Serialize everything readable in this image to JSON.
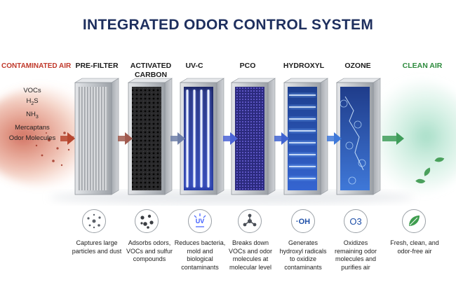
{
  "title": "INTEGRATED ODOR CONTROL SYSTEM",
  "inlet": {
    "label": "CONTAMINATED AIR",
    "pollutants": [
      {
        "base": "VOCs",
        "sub": ""
      },
      {
        "base": "H",
        "sub": "2",
        "tail": "S"
      },
      {
        "base": "NH",
        "sub": "3",
        "tail": ""
      },
      {
        "base": "Mercaptans",
        "sub": ""
      },
      {
        "base": "Odor Molecules",
        "sub": ""
      }
    ]
  },
  "stages": [
    {
      "label": "PRE-FILTER",
      "desc": "Captures large particles and dust",
      "icon": "particles-icon"
    },
    {
      "label": "ACTIVATED CARBON",
      "desc": "Adsorbs odors, VOCs and sulfur compounds",
      "icon": "carbon-icon"
    },
    {
      "label": "UV-C",
      "desc": "Reduces bacteria, mold and biological contaminants",
      "icon": "uv-light-icon"
    },
    {
      "label": "PCO",
      "desc": "Breaks down VOCs and odor molecules at molecular level",
      "icon": "molecule-icon"
    },
    {
      "label": "HYDROXYL",
      "desc": "Generates hydroxyl radicals to oxidize contaminants",
      "icon": "hydroxyl-icon",
      "icon_text": "·OH"
    },
    {
      "label": "OZONE",
      "desc": "Oxidizes remaining odor molecules and purifies air",
      "icon": "ozone-icon",
      "icon_text": "O3"
    }
  ],
  "outlet": {
    "label": "CLEAN AIR",
    "desc": "Fresh, clean, and odor-free air",
    "icon": "leaf-icon"
  },
  "colors": {
    "title": "#1e2f5e",
    "contaminated": "#c0392b",
    "clean": "#2e8b3e",
    "uv": "#3b5bff",
    "frame": "#c9ccd1"
  }
}
